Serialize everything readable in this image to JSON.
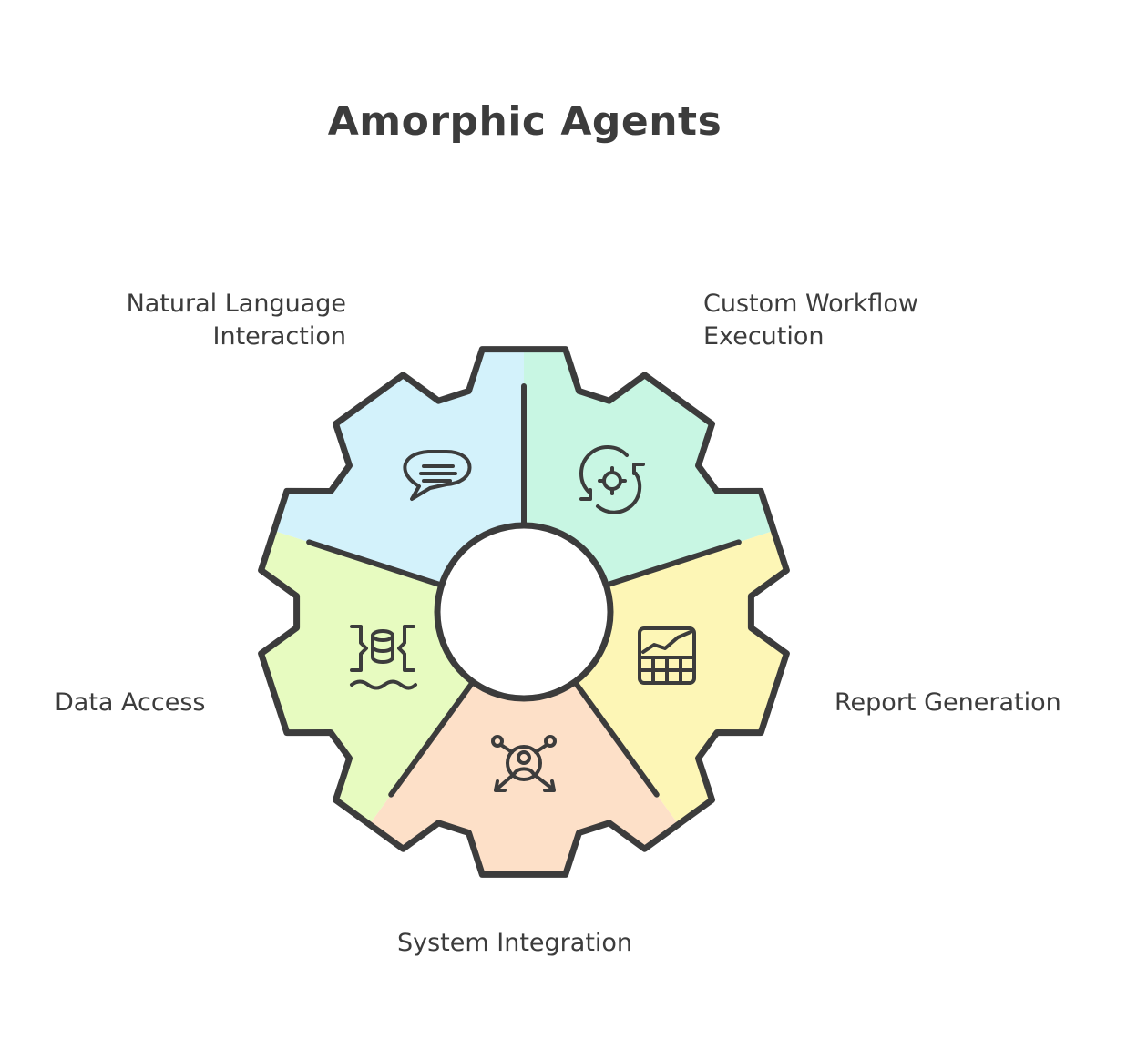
{
  "title": "Amorphic Agents",
  "segments": [
    {
      "id": "natural-language",
      "lines": [
        "Natural Language",
        "Interaction"
      ],
      "icon": "chat-bubble-icon",
      "color": "#d3f2fb"
    },
    {
      "id": "custom-workflow",
      "lines": [
        "Custom Workflow",
        "Execution"
      ],
      "icon": "gear-cycle-icon",
      "color": "#c8f6e3"
    },
    {
      "id": "report-generation",
      "lines": [
        "Report Generation"
      ],
      "icon": "chart-grid-icon",
      "color": "#fdf6b6"
    },
    {
      "id": "system-integration",
      "lines": [
        "System Integration"
      ],
      "icon": "user-network-icon",
      "color": "#fde0c8"
    },
    {
      "id": "data-access",
      "lines": [
        "Data Access"
      ],
      "icon": "database-icon",
      "color": "#e7fbc0"
    }
  ],
  "colors": {
    "stroke": "#3c3c3c",
    "center": "#ffffff"
  }
}
